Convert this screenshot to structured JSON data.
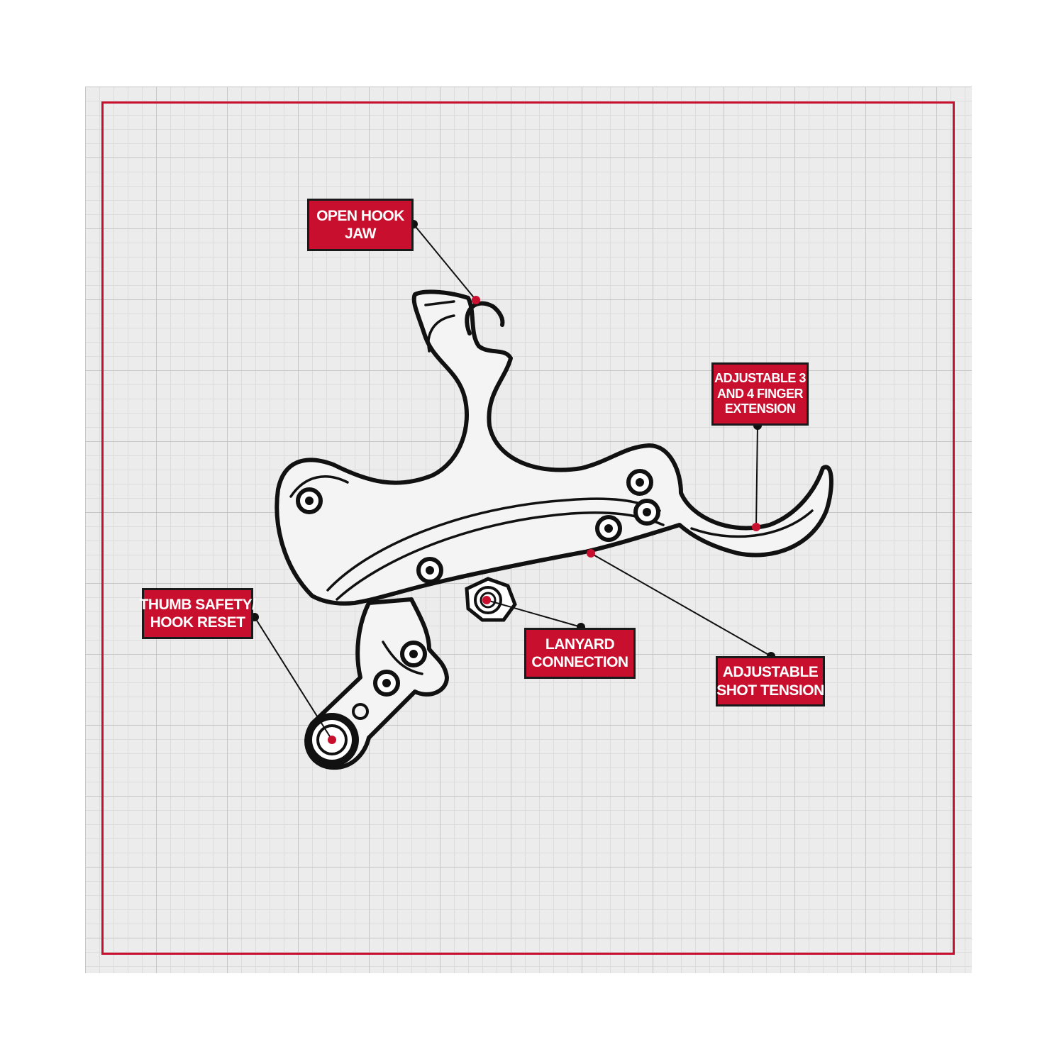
{
  "colors": {
    "accent_red": "#c8102e",
    "outline": "#111111",
    "grid_background": "#ececec"
  },
  "callouts": {
    "open_hook_jaw": {
      "line1": "OPEN HOOK",
      "line2": "JAW"
    },
    "finger_extension": {
      "line1": "ADJUSTABLE 3",
      "line2": "AND 4 FINGER",
      "line3": "EXTENSION"
    },
    "thumb_safety": {
      "line1": "THUMB SAFETY/",
      "line2": "HOOK RESET"
    },
    "lanyard": {
      "line1": "LANYARD",
      "line2": "CONNECTION"
    },
    "shot_tension": {
      "line1": "ADJUSTABLE",
      "line2": "SHOT TENSION"
    }
  }
}
